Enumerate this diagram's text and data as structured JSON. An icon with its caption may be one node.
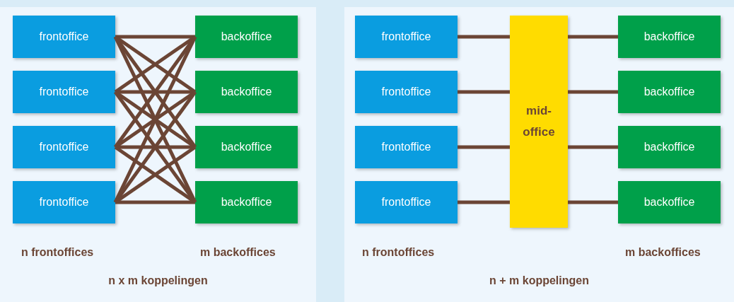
{
  "diagram": {
    "nodes": [
      {
        "text": [],
        "shape": "box"
      },
      {
        "text": [
          "frontoffice"
        ],
        "in": 0
      },
      {
        "text": [
          "frontoffice"
        ],
        "in": 0
      },
      {
        "text": [
          "frontoffice"
        ],
        "in": 0
      },
      {
        "text": [
          "frontoffice"
        ],
        "in": 0
      },
      {
        "text": [
          "backoffice"
        ],
        "in": 0
      },
      {
        "text": [
          "backoffice"
        ],
        "in": 0
      },
      {
        "text": [
          "backoffice"
        ],
        "in": 0
      },
      {
        "text": [
          "backoffice"
        ],
        "in": 0
      },
      {
        "text": [],
        "shape": "box"
      },
      {
        "text": [
          "frontoffice"
        ],
        "in": 9
      },
      {
        "text": [
          "frontoffice"
        ],
        "in": 9
      },
      {
        "text": [
          "frontoffice"
        ],
        "in": 9
      },
      {
        "text": [
          "frontoffice"
        ],
        "in": 9
      },
      {
        "text": [
          "mid- office"
        ],
        "in": 9
      },
      {
        "text": [
          "backoffice"
        ],
        "in": 9
      },
      {
        "text": [
          "backoffice"
        ],
        "in": 9
      },
      {
        "text": [
          "backoffice"
        ],
        "in": 9
      },
      {
        "text": [
          "backoffice"
        ],
        "in": 9
      }
    ],
    "edges": [
      {
        "from": 1,
        "to": 5,
        "arrow": "none"
      },
      {
        "from": 1,
        "to": 6,
        "arrow": "none"
      },
      {
        "from": 1,
        "to": 7,
        "arrow": "none"
      },
      {
        "from": 1,
        "to": 8,
        "arrow": "none"
      },
      {
        "from": 2,
        "to": 5,
        "arrow": "none"
      },
      {
        "from": 2,
        "to": 6,
        "arrow": "none"
      },
      {
        "from": 2,
        "to": 7,
        "arrow": "none"
      },
      {
        "from": 2,
        "to": 8,
        "arrow": "none"
      },
      {
        "from": 3,
        "to": 5,
        "arrow": "none"
      },
      {
        "from": 3,
        "to": 6,
        "arrow": "none"
      },
      {
        "from": 3,
        "to": 7,
        "arrow": "none"
      },
      {
        "from": 3,
        "to": 8,
        "arrow": "none"
      },
      {
        "from": 4,
        "to": 5,
        "arrow": "none"
      },
      {
        "from": 4,
        "to": 6,
        "arrow": "none"
      },
      {
        "from": 4,
        "to": 7,
        "arrow": "none"
      },
      {
        "from": 4,
        "to": 8,
        "arrow": "none"
      },
      {
        "from": 10,
        "to": 14,
        "arrow": "none"
      },
      {
        "from": 11,
        "to": 14,
        "arrow": "none"
      },
      {
        "from": 12,
        "to": 14,
        "arrow": "none"
      },
      {
        "from": 13,
        "to": 14,
        "arrow": "none"
      },
      {
        "from": 14,
        "to": 15,
        "arrow": "none"
      },
      {
        "from": 14,
        "to": 16,
        "arrow": "none"
      },
      {
        "from": 14,
        "to": 17,
        "arrow": "none"
      },
      {
        "from": 14,
        "to": 18,
        "arrow": "none"
      }
    ],
    "labels": [
      "n frontoffices",
      "m backoffices",
      "n x m koppelingen",
      "n frontoffices",
      "m backoffices",
      "n + m koppelingen"
    ]
  }
}
